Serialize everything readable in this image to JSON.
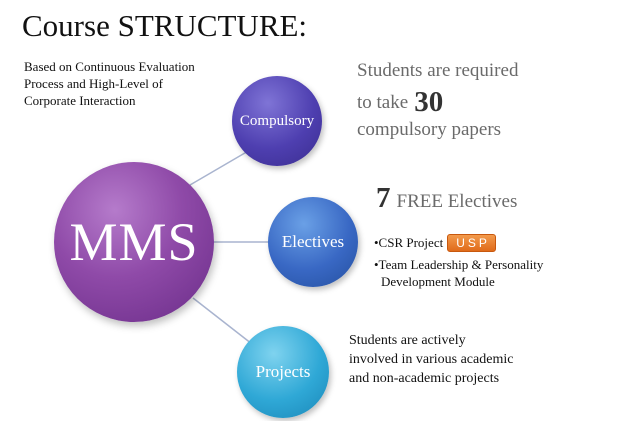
{
  "title": "Course STRUCTURE:",
  "subtitle_lines": [
    "Based on Continuous Evaluation",
    "Process and High-Level of",
    "Corporate Interaction"
  ],
  "center": {
    "label": "MMS"
  },
  "nodes": {
    "compulsory": {
      "label": "Compulsory"
    },
    "electives": {
      "label": "Electives"
    },
    "projects": {
      "label": "Projects"
    }
  },
  "compulsory_info": {
    "line1": "Students are required",
    "line2_prefix": "to take",
    "count": "30",
    "line3": "compulsory papers"
  },
  "electives_info": {
    "count": "7",
    "heading": "FREE Electives",
    "bullet1": "•CSR Project",
    "badge": "USP",
    "bullet2_line1": "•Team Leadership & Personality",
    "bullet2_line2": "Development Module"
  },
  "projects_info": {
    "lines": [
      "Students are actively",
      "involved in various academic",
      "and non-academic projects"
    ]
  },
  "colors": {
    "mms": "#8f4aa8",
    "compulsory": "#4e3fb0",
    "electives": "#3968c4",
    "projects": "#2fa8d6",
    "badge": "#e8772a",
    "connector": "#a9b4cf"
  }
}
